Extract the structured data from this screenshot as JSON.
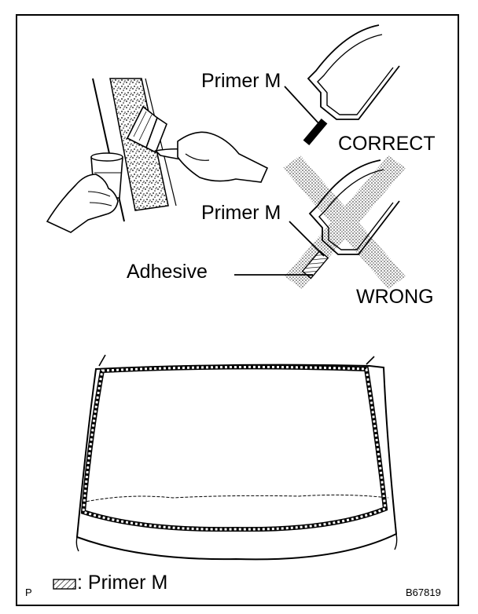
{
  "labels": {
    "primer_top": "Primer M",
    "correct": "CORRECT",
    "primer_mid": "Primer M",
    "adhesive": "Adhesive",
    "wrong": "WRONG",
    "legend_text": ": Primer M",
    "corner_mark": "P",
    "figure_code": "B67819"
  },
  "colors": {
    "ink": "#000000",
    "paper": "#ffffff",
    "cross_screen": "#c8c8c8"
  },
  "icons": {
    "legend_swatch": "hatched-rectangle-icon"
  }
}
